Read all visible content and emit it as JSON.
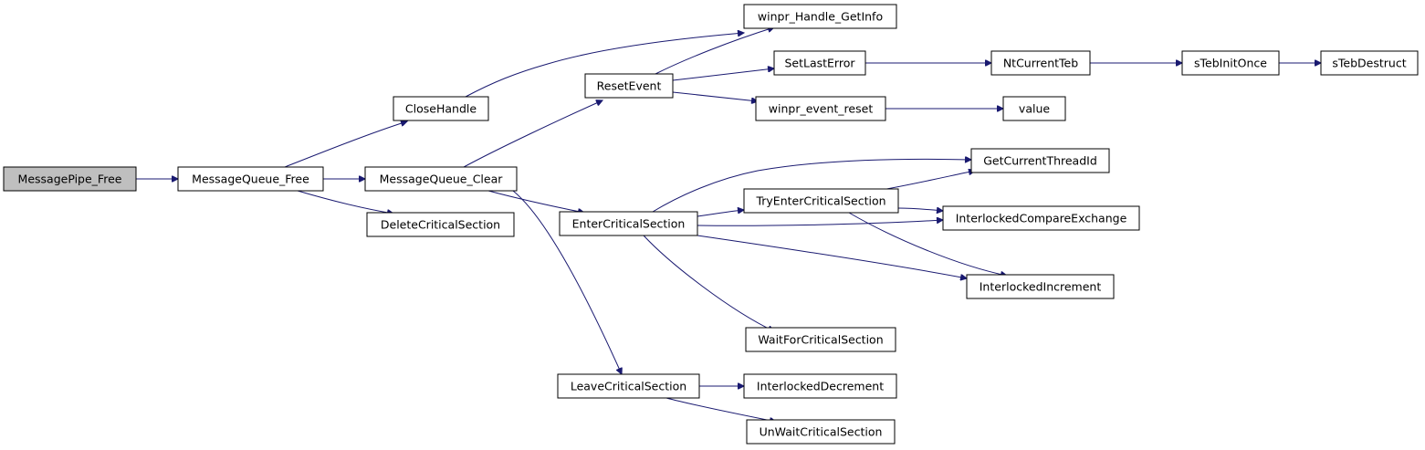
{
  "diagram": {
    "nodes": [
      {
        "id": "MessagePipe_Free",
        "label": "MessagePipe_Free",
        "root": true
      },
      {
        "id": "MessageQueue_Free",
        "label": "MessageQueue_Free"
      },
      {
        "id": "CloseHandle",
        "label": "CloseHandle"
      },
      {
        "id": "MessageQueue_Clear",
        "label": "MessageQueue_Clear"
      },
      {
        "id": "DeleteCriticalSection",
        "label": "DeleteCriticalSection"
      },
      {
        "id": "winpr_Handle_GetInfo",
        "label": "winpr_Handle_GetInfo"
      },
      {
        "id": "ResetEvent",
        "label": "ResetEvent"
      },
      {
        "id": "EnterCriticalSection",
        "label": "EnterCriticalSection"
      },
      {
        "id": "LeaveCriticalSection",
        "label": "LeaveCriticalSection"
      },
      {
        "id": "SetLastError",
        "label": "SetLastError"
      },
      {
        "id": "winpr_event_reset",
        "label": "winpr_event_reset"
      },
      {
        "id": "NtCurrentTeb",
        "label": "NtCurrentTeb"
      },
      {
        "id": "sTebInitOnce",
        "label": "sTebInitOnce"
      },
      {
        "id": "sTebDestruct",
        "label": "sTebDestruct"
      },
      {
        "id": "value",
        "label": "value"
      },
      {
        "id": "GetCurrentThreadId",
        "label": "GetCurrentThreadId"
      },
      {
        "id": "TryEnterCriticalSection",
        "label": "TryEnterCriticalSection"
      },
      {
        "id": "InterlockedCompareExchange",
        "label": "InterlockedCompareExchange"
      },
      {
        "id": "InterlockedIncrement",
        "label": "InterlockedIncrement"
      },
      {
        "id": "WaitForCriticalSection",
        "label": "WaitForCriticalSection"
      },
      {
        "id": "InterlockedDecrement",
        "label": "InterlockedDecrement"
      },
      {
        "id": "UnWaitCriticalSection",
        "label": "UnWaitCriticalSection"
      }
    ],
    "edges": [
      {
        "from": "MessagePipe_Free",
        "to": "MessageQueue_Free"
      },
      {
        "from": "MessageQueue_Free",
        "to": "CloseHandle"
      },
      {
        "from": "MessageQueue_Free",
        "to": "MessageQueue_Clear"
      },
      {
        "from": "MessageQueue_Free",
        "to": "DeleteCriticalSection"
      },
      {
        "from": "CloseHandle",
        "to": "winpr_Handle_GetInfo"
      },
      {
        "from": "MessageQueue_Clear",
        "to": "ResetEvent"
      },
      {
        "from": "MessageQueue_Clear",
        "to": "EnterCriticalSection"
      },
      {
        "from": "MessageQueue_Clear",
        "to": "LeaveCriticalSection"
      },
      {
        "from": "ResetEvent",
        "to": "winpr_Handle_GetInfo"
      },
      {
        "from": "ResetEvent",
        "to": "SetLastError"
      },
      {
        "from": "ResetEvent",
        "to": "winpr_event_reset"
      },
      {
        "from": "SetLastError",
        "to": "NtCurrentTeb"
      },
      {
        "from": "NtCurrentTeb",
        "to": "sTebInitOnce"
      },
      {
        "from": "sTebInitOnce",
        "to": "sTebDestruct"
      },
      {
        "from": "winpr_event_reset",
        "to": "value"
      },
      {
        "from": "EnterCriticalSection",
        "to": "GetCurrentThreadId"
      },
      {
        "from": "EnterCriticalSection",
        "to": "TryEnterCriticalSection"
      },
      {
        "from": "EnterCriticalSection",
        "to": "InterlockedCompareExchange"
      },
      {
        "from": "EnterCriticalSection",
        "to": "InterlockedIncrement"
      },
      {
        "from": "EnterCriticalSection",
        "to": "WaitForCriticalSection"
      },
      {
        "from": "TryEnterCriticalSection",
        "to": "GetCurrentThreadId"
      },
      {
        "from": "TryEnterCriticalSection",
        "to": "InterlockedCompareExchange"
      },
      {
        "from": "TryEnterCriticalSection",
        "to": "InterlockedIncrement"
      },
      {
        "from": "LeaveCriticalSection",
        "to": "InterlockedDecrement"
      },
      {
        "from": "LeaveCriticalSection",
        "to": "UnWaitCriticalSection"
      }
    ]
  }
}
